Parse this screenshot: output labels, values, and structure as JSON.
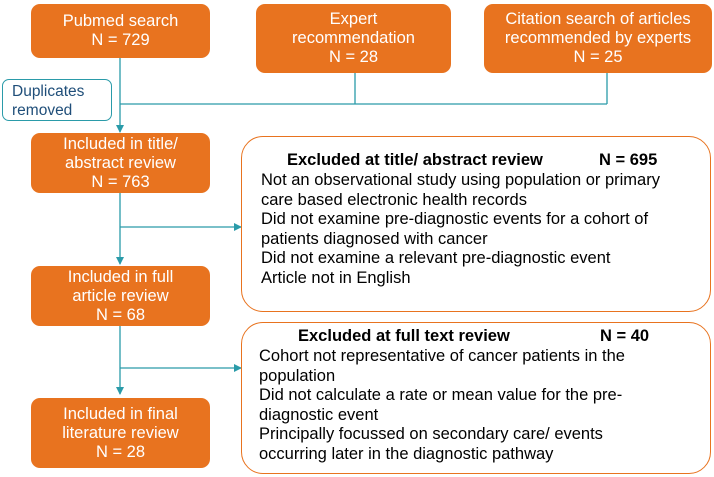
{
  "sources": {
    "pubmed": {
      "line1": "Pubmed search",
      "line2": "N = 729"
    },
    "expert": {
      "line1": "Expert",
      "line2": "recommendation",
      "line3": "N = 28"
    },
    "citation": {
      "line1": "Citation search of articles",
      "line2": "recommended by experts",
      "line3": "N = 25"
    }
  },
  "duplicates": {
    "line1": "Duplicates",
    "line2": "removed"
  },
  "stages": {
    "title_abstract": {
      "line1": "Included in title/",
      "line2": "abstract review",
      "line3": "N = 763"
    },
    "full_article": {
      "line1": "Included in full",
      "line2": "article review",
      "line3": "N = 68"
    },
    "final": {
      "line1": "Included in final",
      "line2": "literature review",
      "line3": "N = 28"
    }
  },
  "exclusions": {
    "title_abstract": {
      "heading": "Excluded at title/ abstract review",
      "count": "N = 695",
      "reasons": [
        "Not an observational study using population or primary",
        "care based electronic health records",
        "Did not examine pre-diagnostic events for a cohort of",
        "patients diagnosed with cancer",
        "Did not examine a relevant pre-diagnostic event",
        "Article not in English"
      ]
    },
    "full_text": {
      "heading": "Excluded at full text review",
      "count": "N = 40",
      "reasons": [
        "Cohort not representative of cancer patients in the",
        "population",
        "Did not calculate a rate or mean value for the pre-",
        "diagnostic event",
        "Principally focussed on secondary care/ events",
        "occurring later in the diagnostic pathway"
      ]
    }
  },
  "colors": {
    "box_fill": "#E8731F",
    "connector": "#2A9BA9",
    "duplicates_text": "#1F4E79"
  }
}
